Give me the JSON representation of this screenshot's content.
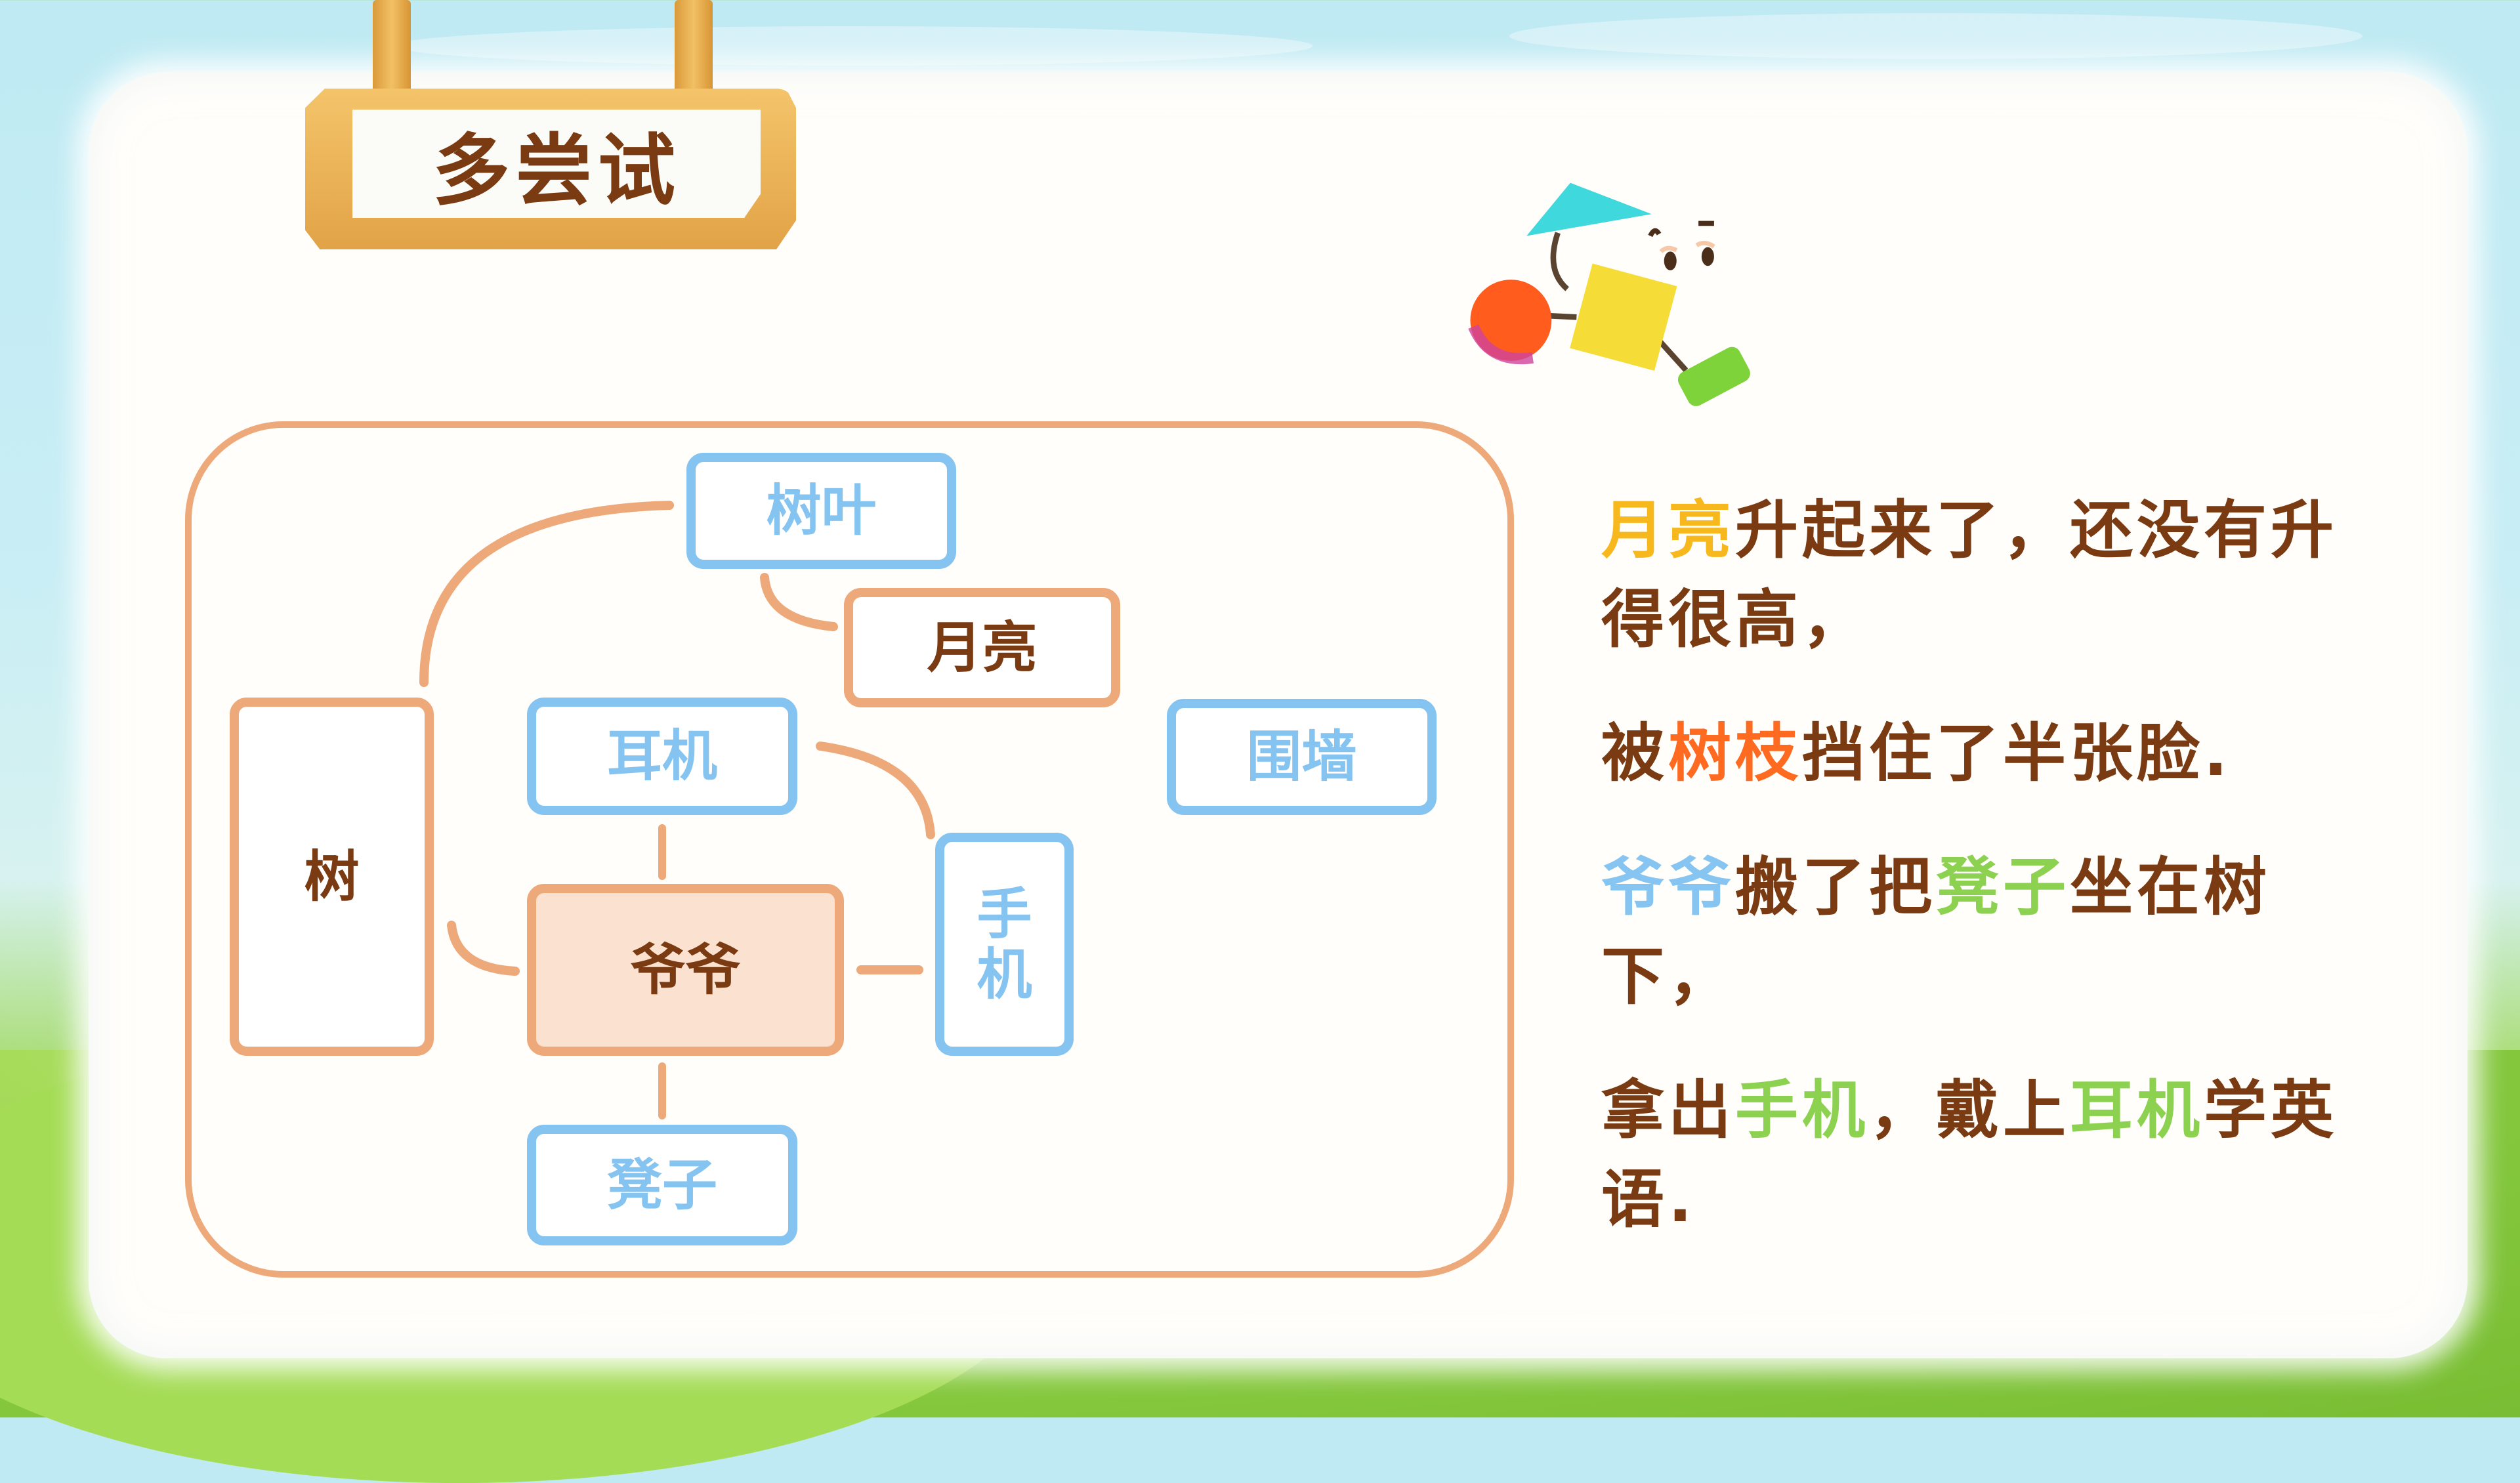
{
  "slide": {
    "title": "多尝试",
    "colors": {
      "brown_text": "#7a3a12",
      "orange_border": "#eda97a",
      "blue_border": "#85c3f0",
      "center_fill": "#fbe1d0",
      "highlight_yellow": "#f7b81d",
      "highlight_orange": "#ff6a21",
      "highlight_blue": "#86c4f2",
      "highlight_green": "#8cd150"
    }
  },
  "diagram": {
    "nodes": {
      "shuye": "树叶",
      "yueliang": "月亮",
      "shu": "树",
      "erji": "耳机",
      "weiqiang": "围墙",
      "yeye": "爷爷",
      "shouji_1": "手",
      "shouji_2": "机",
      "dengzi": "凳子"
    }
  },
  "story": {
    "p1": {
      "s1": "月亮",
      "s2": "升起来了，还没有升得很高，"
    },
    "p2": {
      "s1": "被",
      "s2": "树枝",
      "s3": "挡住了半张脸."
    },
    "p3": {
      "s1": "爷爷",
      "s2": "搬了把",
      "s3": "凳子",
      "s4": "坐在树下，"
    },
    "p4": {
      "s1": "拿出",
      "s2": "手机",
      "s3": "，戴上",
      "s4": "耳机",
      "s5": "学英语."
    }
  }
}
